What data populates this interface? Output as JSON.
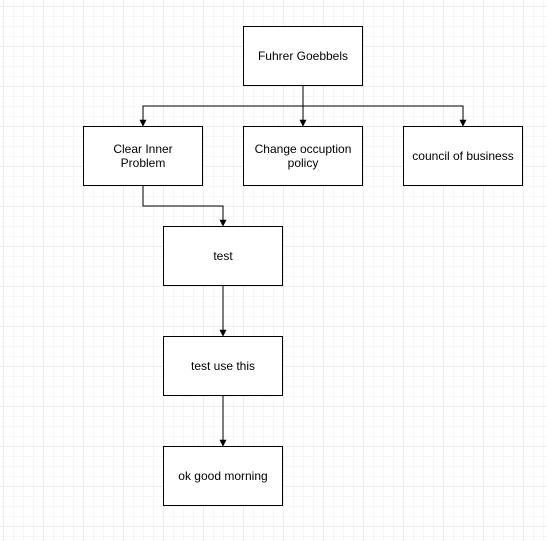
{
  "diagram": {
    "nodes": [
      {
        "id": "n1",
        "label": "Fuhrer Goebbels"
      },
      {
        "id": "n2",
        "label": "Clear Inner Problem"
      },
      {
        "id": "n3",
        "label": "Change occuption policy"
      },
      {
        "id": "n4",
        "label": "council of business"
      },
      {
        "id": "n5",
        "label": "test"
      },
      {
        "id": "n6",
        "label": "test use this"
      },
      {
        "id": "n7",
        "label": "ok good morning"
      }
    ],
    "edges": [
      {
        "from": "n1",
        "to": "n2"
      },
      {
        "from": "n1",
        "to": "n3"
      },
      {
        "from": "n1",
        "to": "n4"
      },
      {
        "from": "n2",
        "to": "n5"
      },
      {
        "from": "n5",
        "to": "n6"
      },
      {
        "from": "n6",
        "to": "n7"
      }
    ],
    "colors": {
      "stroke": "#000000",
      "fill": "#ffffff",
      "grid": "#ececec"
    }
  }
}
